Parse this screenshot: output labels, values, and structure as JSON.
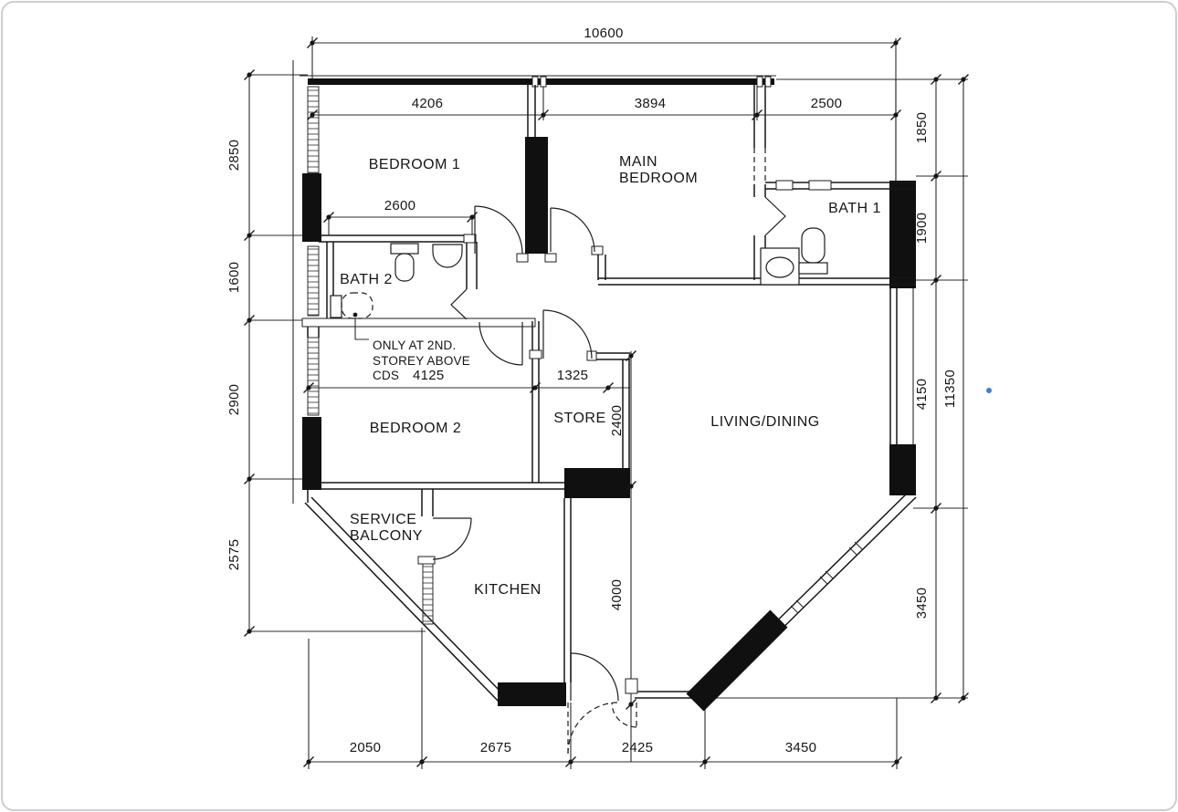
{
  "rooms": {
    "bedroom1": "BEDROOM 1",
    "main_bedroom": [
      "MAIN",
      "BEDROOM"
    ],
    "bath1": "BATH 1",
    "bath2": "BATH 2",
    "bedroom2": "BEDROOM 2",
    "store": "STORE",
    "living": "LIVING/DINING",
    "service_balcony": [
      "SERVICE",
      "BALCONY"
    ],
    "kitchen": "KITCHEN"
  },
  "note": {
    "line1": "ONLY AT 2ND.",
    "line2": "STOREY ABOVE",
    "line3": "CDS"
  },
  "dims": {
    "overall_width": "10600",
    "overall_height": "11350",
    "top": [
      "4206",
      "3894",
      "2500"
    ],
    "left": [
      "2850",
      "1600",
      "2900",
      "2575"
    ],
    "right": [
      "1850",
      "1900",
      "4150",
      "3450"
    ],
    "bottom": [
      "2050",
      "2675",
      "2425",
      "3450"
    ],
    "bath2_width": "2600",
    "bedroom2_width": "4125",
    "store_width": "1325",
    "store_depth": "2400",
    "kitchen_depth": "4000"
  },
  "colors": {
    "line": "#161616",
    "accent_dot": "#3f7de0",
    "page_border": "#ccced1"
  }
}
